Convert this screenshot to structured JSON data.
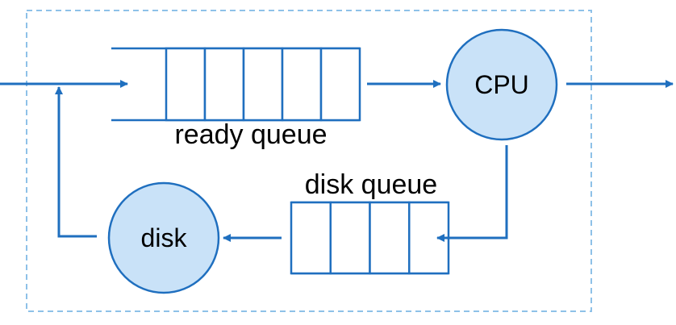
{
  "colors": {
    "line": "#1f6fbf",
    "node_fill": "#c9e2f8",
    "node_stroke": "#1f6fbf",
    "boundary": "#8ec1e8"
  },
  "nodes": {
    "cpu": {
      "label": "CPU"
    },
    "disk": {
      "label": "disk"
    }
  },
  "queues": {
    "ready": {
      "label": "ready queue",
      "slots": 5
    },
    "disk": {
      "label": "disk queue",
      "slots": 4
    }
  }
}
